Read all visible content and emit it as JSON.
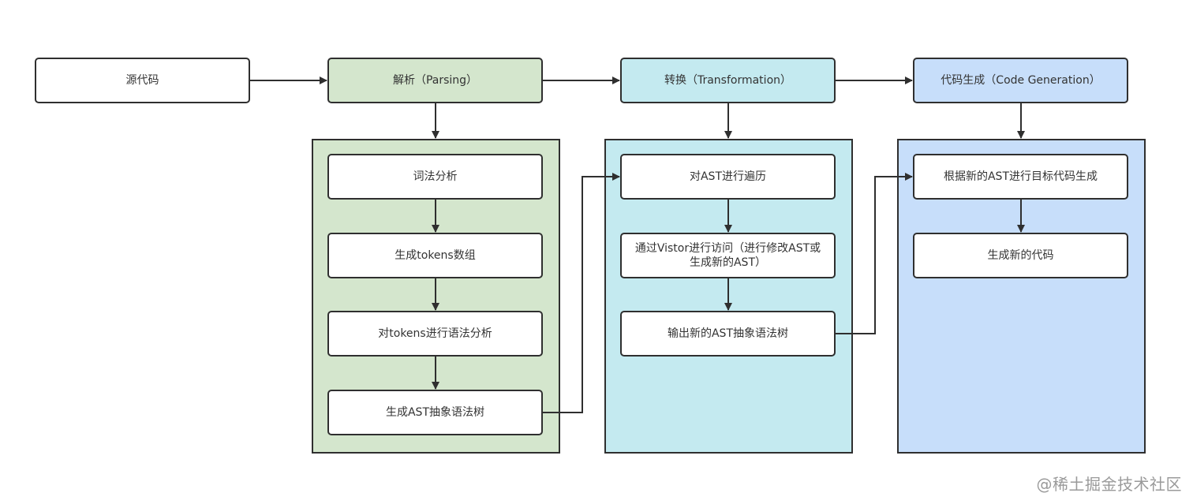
{
  "colors": {
    "parsing": "#d4e6cd",
    "transformation": "#c4eaf0",
    "generation": "#c7defa",
    "stroke": "#2f2f2f"
  },
  "stages": {
    "source": "源代码",
    "parsing": "解析（Parsing）",
    "transformation": "转换（Transformation）",
    "generation": "代码生成（Code Generation）"
  },
  "parsing_steps": [
    "词法分析",
    "生成tokens数组",
    "对tokens进行语法分析",
    "生成AST抽象语法树"
  ],
  "transformation_steps": [
    "对AST进行遍历",
    "通过Vistor进行访问（进行修改AST或生成新的AST）",
    "输出新的AST抽象语法树"
  ],
  "generation_steps": [
    "根据新的AST进行目标代码生成",
    "生成新的代码"
  ],
  "watermark": "@稀土掘金技术社区"
}
